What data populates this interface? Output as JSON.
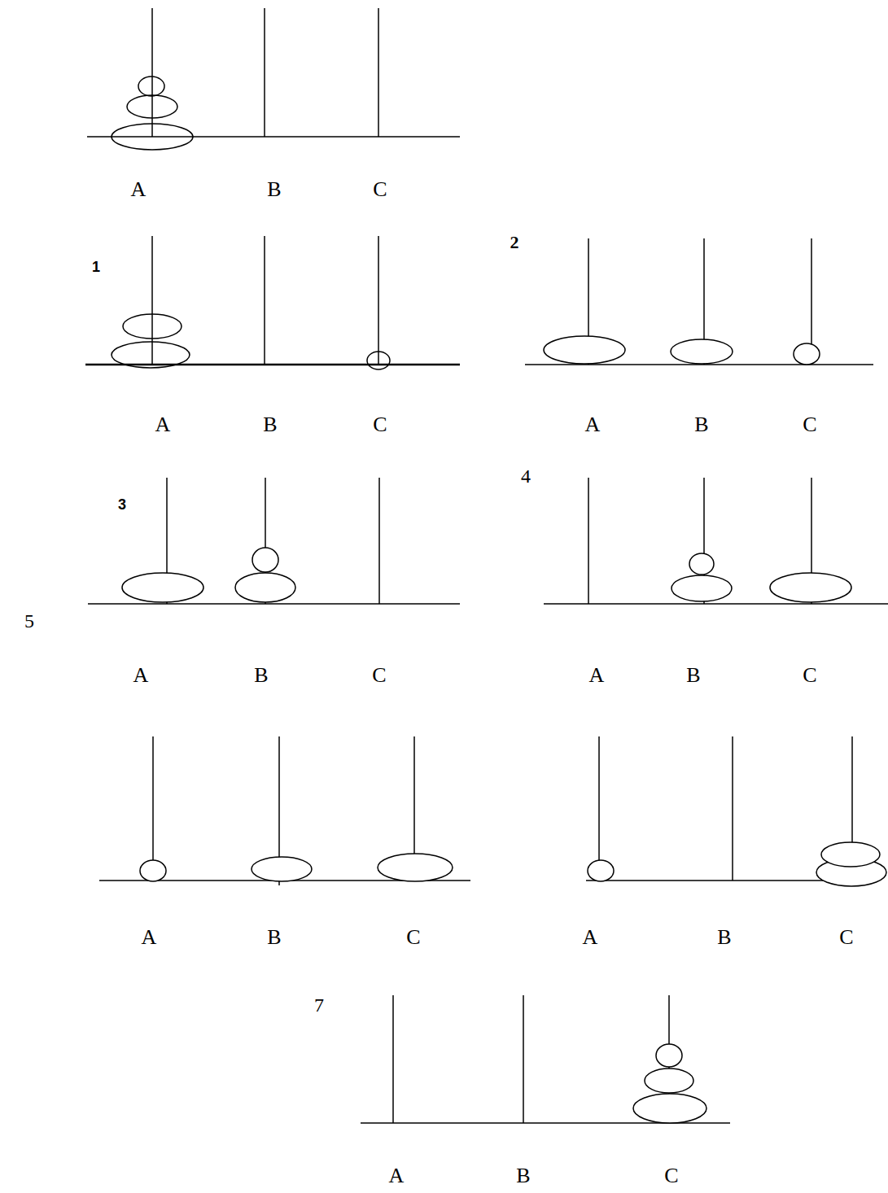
{
  "diagram": {
    "labels": [
      "A",
      "B",
      "C",
      "1",
      "2",
      "A",
      "B",
      "C",
      "A",
      "B",
      "C",
      "3",
      "4",
      "A",
      "B",
      "C",
      "A",
      "B",
      "C",
      "5",
      "A",
      "B",
      "C",
      "A",
      "B",
      "C",
      "7",
      "A",
      "B",
      "C"
    ]
  }
}
